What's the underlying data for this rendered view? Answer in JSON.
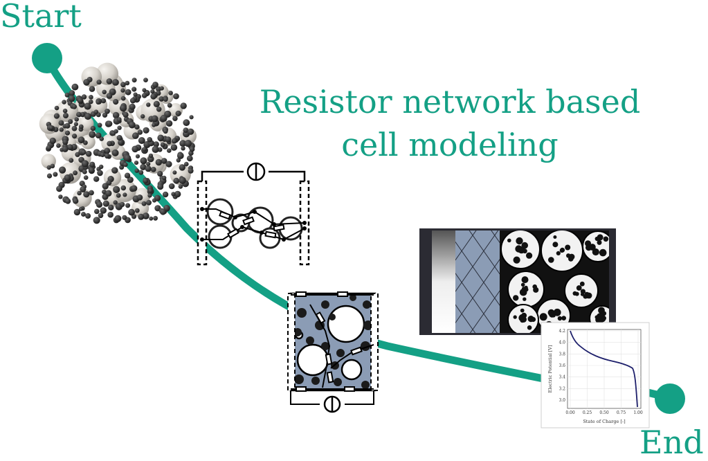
{
  "labels": {
    "start": "Start",
    "end": "End",
    "title_line1": "Resistor network based",
    "title_line2": "cell modeling"
  },
  "plot": {
    "xlabel": "State of Charge [-]",
    "ylabel": "Electric Potential [V]",
    "xticks": [
      "0.00",
      "0.25",
      "0.50",
      "0.75",
      "1.00"
    ],
    "yticks": [
      "3.0",
      "3.2",
      "3.4",
      "3.6",
      "3.8",
      "4.0",
      "4.2"
    ]
  },
  "colors": {
    "path": "#14a085",
    "separator": "#8b9cb5",
    "curve": "#1d1f6b"
  }
}
